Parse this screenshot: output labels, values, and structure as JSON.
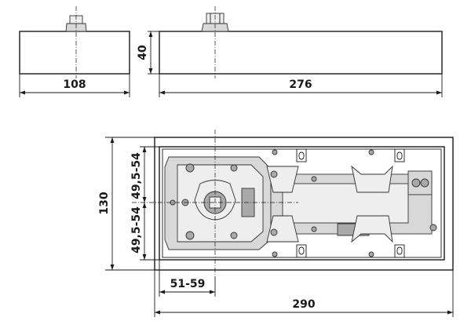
{
  "dimensions": {
    "side_width": "108",
    "height": "40",
    "front_length": "276",
    "top_width": "130",
    "half_upper": "49,5-54",
    "half_lower": "49,5-54",
    "spindle_offset": "51-59",
    "total_length": "290"
  },
  "colors": {
    "line": "#1a1a1a",
    "body_gray": "#d8d8d8",
    "dark_gray": "#a9a9a9"
  }
}
